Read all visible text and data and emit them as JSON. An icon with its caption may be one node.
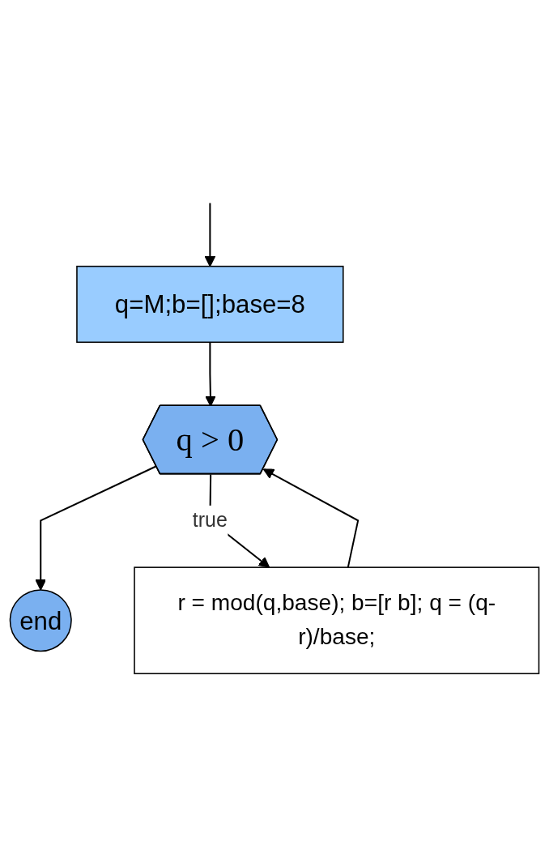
{
  "diagram": {
    "nodes": [
      {
        "text": [
          "q=M;b=[];base=8"
        ]
      },
      {
        "text": [
          "q > 0"
        ]
      },
      {
        "text": [
          "end"
        ]
      },
      {
        "text": [
          "r = mod(q,base); b=[r b]; q = (q-r)/base;"
        ]
      }
    ],
    "edges": [
      {
        "from": null,
        "to": 0,
        "arrow": "to"
      },
      {
        "from": 0,
        "to": 1,
        "arrow": "to"
      },
      {
        "from": 1,
        "to": 2,
        "arrow": "to"
      },
      {
        "from": 1,
        "to": 3,
        "arrow": "to",
        "label": "true"
      },
      {
        "from": 3,
        "to": 1,
        "arrow": "to"
      }
    ]
  }
}
